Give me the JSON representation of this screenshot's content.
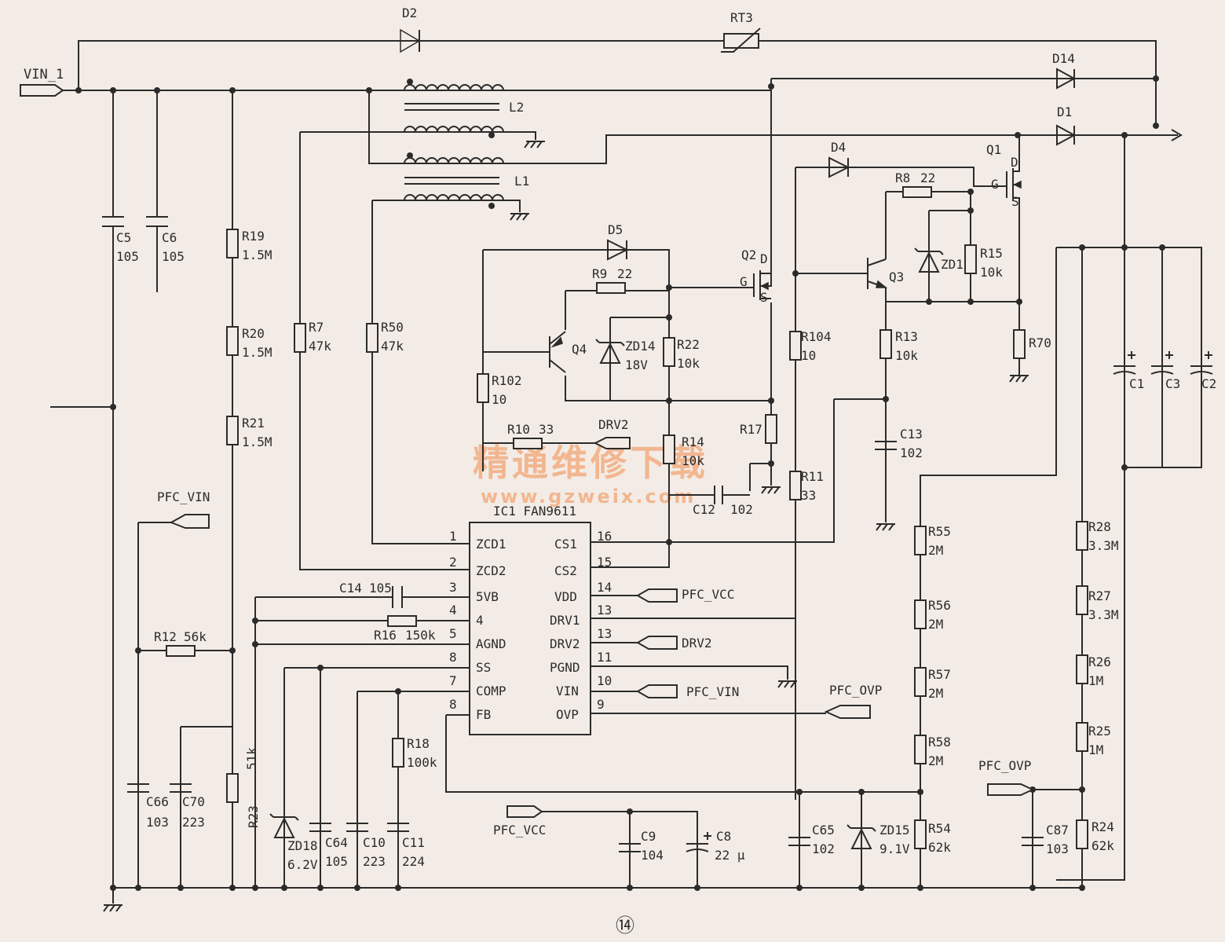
{
  "ic": {
    "name": "IC1 FAN9611",
    "left_pins": [
      {
        "num": "1",
        "name": "ZCD1"
      },
      {
        "num": "2",
        "name": "ZCD2"
      },
      {
        "num": "3",
        "name": "5VB"
      },
      {
        "num": "4",
        "name": "4"
      },
      {
        "num": "5",
        "name": "AGND"
      },
      {
        "num": "8",
        "name": "SS"
      },
      {
        "num": "7",
        "name": "COMP"
      },
      {
        "num": "8",
        "name": "FB"
      }
    ],
    "right_pins": [
      {
        "num": "16",
        "name": "CS1"
      },
      {
        "num": "15",
        "name": "CS2"
      },
      {
        "num": "14",
        "name": "VDD"
      },
      {
        "num": "13",
        "name": "DRV1"
      },
      {
        "num": "13",
        "name": "DRV2"
      },
      {
        "num": "11",
        "name": "PGND"
      },
      {
        "num": "10",
        "name": "VIN"
      },
      {
        "num": "9",
        "name": "OVP"
      }
    ]
  },
  "ports": {
    "vin1": "VIN_1",
    "pfc_vin_top": "PFC_VIN",
    "drv2_top": "DRV2",
    "pfc_vcc_right": "PFC_VCC",
    "drv2_right": "DRV2",
    "pfc_vin_right": "PFC_VIN",
    "pfc_ovp_right": "PFC_OVP",
    "pfc_ovp_low": "PFC_OVP",
    "pfc_vcc_low": "PFC_VCC"
  },
  "components": {
    "D2": "D2",
    "RT3": "RT3",
    "D14": "D14",
    "D1": "D1",
    "D4": "D4",
    "D5": "D5",
    "L2": "L2",
    "L1": "L1",
    "C5": "C5",
    "C5v": "105",
    "C6": "C6",
    "C6v": "105",
    "R19": "R19",
    "R19v": "1.5M",
    "R20": "R20",
    "R20v": "1.5M",
    "R21": "R21",
    "R21v": "1.5M",
    "R7": "R7",
    "R7v": "47k",
    "R50": "R50",
    "R50v": "47k",
    "Q1": "Q1",
    "Q2": "Q2",
    "Q3": "Q3",
    "Q4": "Q4",
    "R8": "R8",
    "R8v": "22",
    "R9": "R9",
    "R9v": "22",
    "ZD1": "ZD1",
    "R15": "R15",
    "R15v": "10k",
    "ZD14": "ZD14",
    "ZD14v": "18V",
    "R22": "R22",
    "R22v": "10k",
    "R102": "R102",
    "R102v": "10",
    "R104": "R104",
    "R104v": "10",
    "R13": "R13",
    "R13v": "10k",
    "R70": "R70",
    "R10": "R10",
    "R10v": "33",
    "R14": "R14",
    "R14v": "10k",
    "R17": "R17",
    "R11": "R11",
    "R11v": "33",
    "C12": "C12",
    "C12v": "102",
    "C13": "C13",
    "C13v": "102",
    "C1": "C1",
    "C3": "C3",
    "C2": "C2",
    "C14": "C14",
    "C14v": "105",
    "R16": "R16",
    "R16v": "150k",
    "R12": "R12",
    "R12v": "56k",
    "R18": "R18",
    "R18v": "100k",
    "C66": "C66",
    "C66v": "103",
    "C70": "C70",
    "C70v": "223",
    "R23": "R23",
    "R23v": "51k",
    "ZD18": "ZD18",
    "ZD18v": "6.2V",
    "C64": "C64",
    "C64v": "105",
    "C10": "C10",
    "C10v": "223",
    "C11": "C11",
    "C11v": "224",
    "C9": "C9",
    "C9v": "104",
    "C8": "C8",
    "C8v": "22 μ",
    "C65": "C65",
    "C65v": "102",
    "ZD15": "ZD15",
    "ZD15v": "9.1V",
    "R55": "R55",
    "R55v": "2M",
    "R56": "R56",
    "R56v": "2M",
    "R57": "R57",
    "R57v": "2M",
    "R58": "R58",
    "R58v": "2M",
    "R54": "R54",
    "R54v": "62k",
    "R28": "R28",
    "R28v": "3.3M",
    "R27": "R27",
    "R27v": "3.3M",
    "R26": "R26",
    "R26v": "1M",
    "R25": "R25",
    "R25v": "1M",
    "R24": "R24",
    "R24v": "62k",
    "C87": "C87",
    "C87v": "103"
  },
  "mosfet_pins": {
    "d": "D",
    "g": "G",
    "s": "S"
  },
  "watermark": {
    "line1": "精通维修下载",
    "line2": "www.gzweix.com"
  },
  "figure_number": "⑭"
}
